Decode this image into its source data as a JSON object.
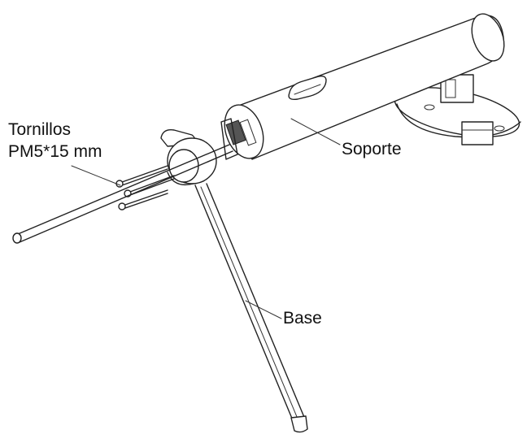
{
  "labels": {
    "tornillos_line1": "Tornillos",
    "tornillos_line2": "PM5*15 mm",
    "soporte": "Soporte",
    "base": "Base"
  }
}
